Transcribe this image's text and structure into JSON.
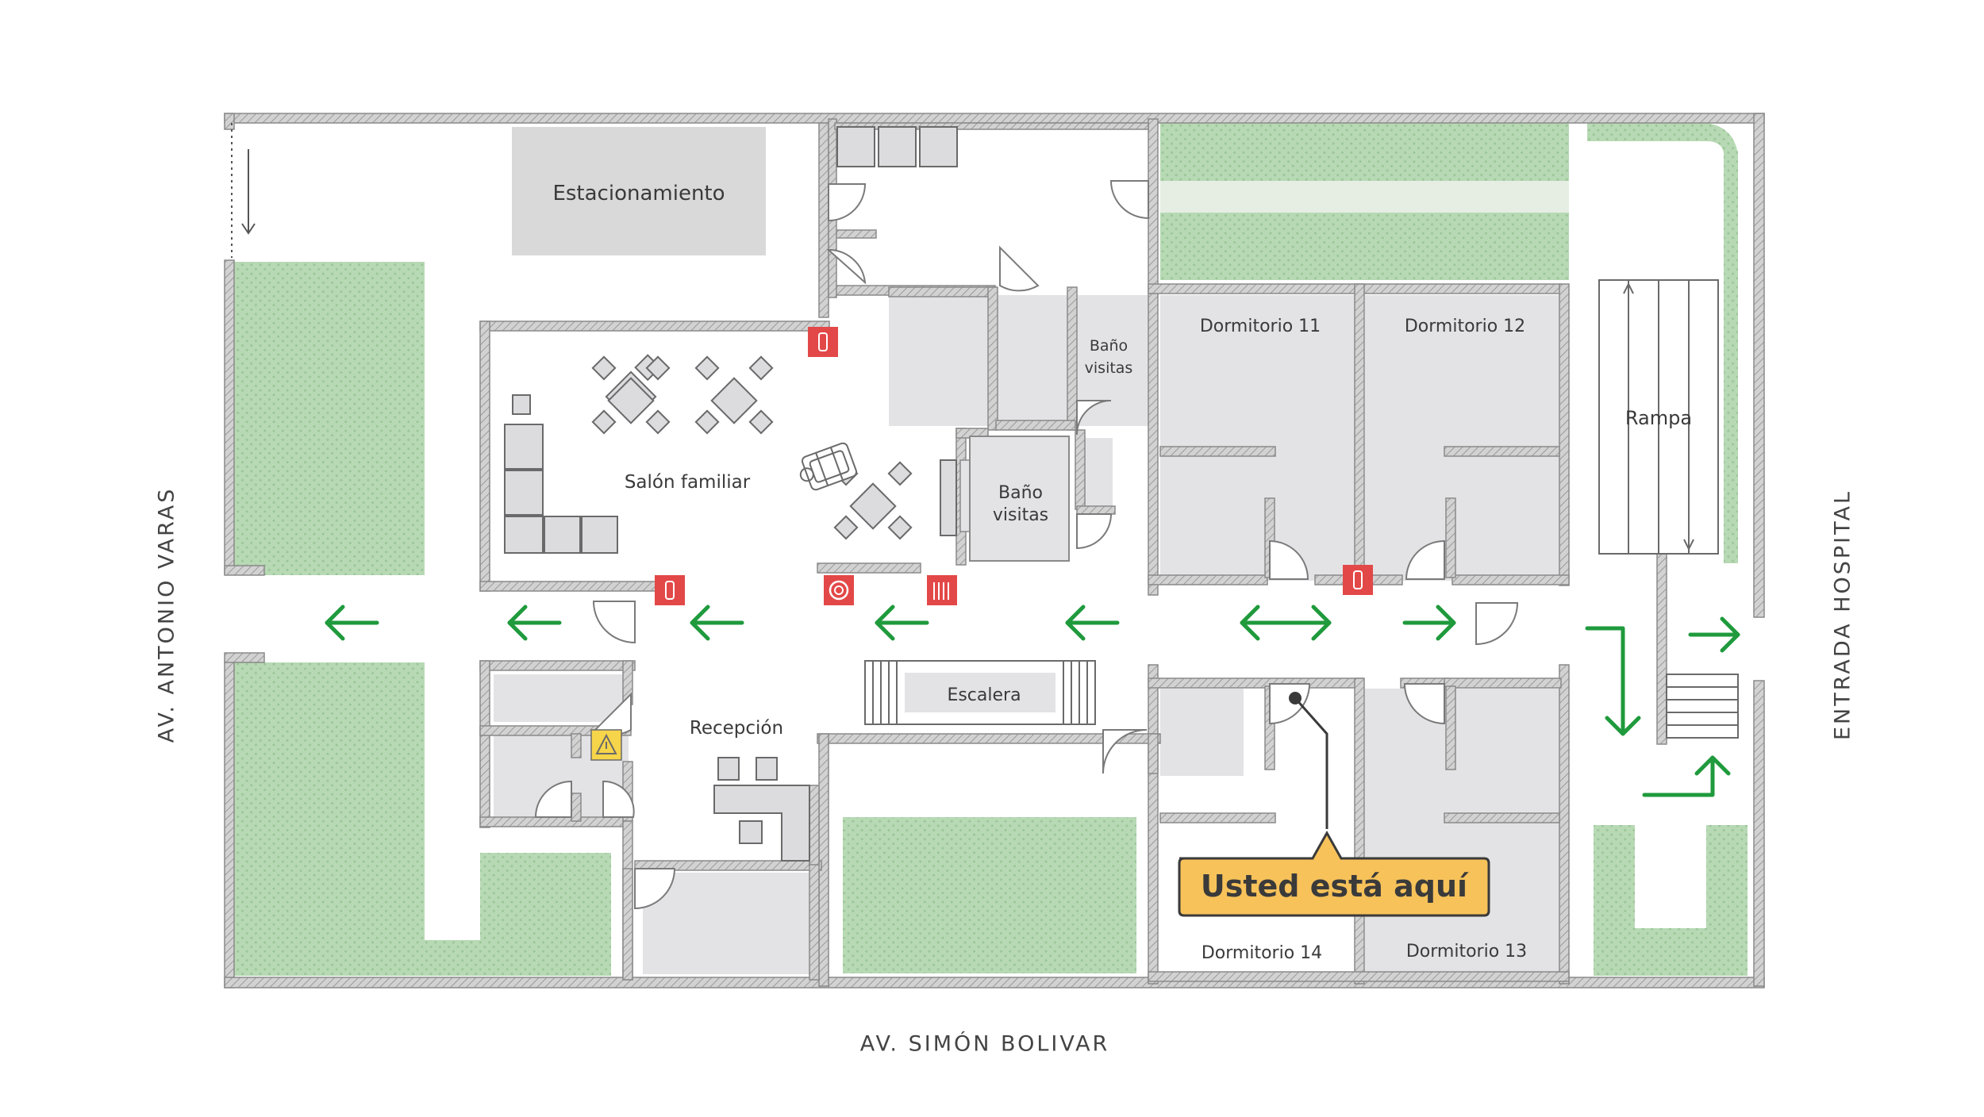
{
  "streets": {
    "left": "AV. ANTONIO VARAS",
    "bottom": "AV. SIMÓN BOLIVAR",
    "right": "ENTRADA HOSPITAL"
  },
  "rooms": {
    "parking": "Estacionamiento",
    "family_lounge": "Salón familiar",
    "bathroom_a_line1": "Baño",
    "bathroom_a_line2": "visitas",
    "bathroom_b_line1": "Baño",
    "bathroom_b_line2": "visitas",
    "dorm11": "Dormitorio 11",
    "dorm12": "Dormitorio 12",
    "dorm13": "Dormitorio 13",
    "dorm14": "Dormitorio 14",
    "reception": "Recepción",
    "stairs": "Escalera",
    "ramp": "Rampa"
  },
  "you_are_here": "Usted está aquí",
  "colors": {
    "wall": "#d4d4d4",
    "room_fill": "#e3e3e6",
    "garden": "#b5d8b3",
    "arrow": "#1f9a3c",
    "fire_red": "#e34848",
    "marker_bg": "#f7c25a",
    "warning": "#f7d54a"
  },
  "icons": [
    "fire-extinguisher-icon",
    "fire-alarm-icon",
    "fire-hose-icon",
    "wet-floor-warning-icon",
    "massage-chair-icon"
  ]
}
